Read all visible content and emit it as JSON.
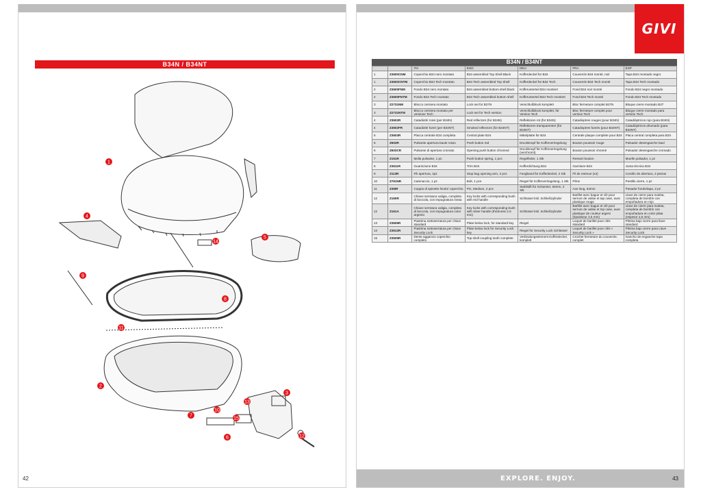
{
  "left_page": {
    "title": "B34N / B34NT",
    "page_number": "42",
    "callouts": [
      "1",
      "2",
      "3",
      "4",
      "5",
      "6",
      "7",
      "8",
      "9",
      "10",
      "11",
      "12",
      "13",
      "14",
      "15"
    ]
  },
  "right_page": {
    "brand": "GIVI",
    "slogan": "EXPLORE. ENJOY.",
    "page_number": "43",
    "table_title": "B34N / B34NT",
    "columns": [
      "",
      "",
      "ITA",
      "ENG",
      "DEU",
      "FRA",
      "ESP"
    ],
    "rows": [
      [
        "1",
        "Z3600CNM",
        "Coperchio B34 nero montato",
        "B34 assembled Top Shell Black",
        "Kofferdeckel für B34",
        "Couvercle B34 monté, noir",
        "Tapa B34 montado negro"
      ],
      [
        "1",
        "Z3600CNTM",
        "Coperchio B34 Tech montato",
        "B34 Tech assembled Top Shell",
        "Kofferdeckel für B34 Tech",
        "Couvercle B34 Tech monté",
        "Tapa B34 Tech montado"
      ],
      [
        "2",
        "Z3600FNM",
        "Fondo B34 nero montato",
        "B34 assembled bottom shell black",
        "Kofferunterteil B34 montiert",
        "Fond B34 noir monté",
        "Fondo B34 negro montado"
      ],
      [
        "2",
        "Z3600FNTM",
        "Fondo B34 Tech montato",
        "B34 Tech assembled bottom shell",
        "Kofferunterteil B34 Tech montiert",
        "Fond B34 Tech monté",
        "Fondo B34 Tech montado"
      ],
      [
        "3",
        "Z2731NM",
        "Blocco cerniera montato",
        "Lock set for B27N",
        "Verschlußblock komplett",
        "Bloc fermeture complet B27N",
        "Bloque cierre montado B27"
      ],
      [
        "3",
        "Z2731NTM",
        "Blocco cerniera montato per versione Tech",
        "Lock set for Tech version",
        "Verschlußblock komplett, für Version Tech",
        "Bloc fermeture complet pour version Tech",
        "Bloque cierre montado para versión Tech"
      ],
      [
        "4",
        "Z3602R",
        "Catadiottri rossi (per B34N)",
        "Red reflectors (for B34N)",
        "Reflektoren rot (für B34N)",
        "Catadioptres rouges (pour B34N)",
        "Catadióptricos rojo (para B34N)"
      ],
      [
        "4",
        "Z3602FR",
        "Catadiottri fumè (per B34NT)",
        "Smoked reflectors (for B34NT)",
        "Reflektoren transparenten (für B34NT)",
        "Catadioptres fumés (pour B34NT)",
        "Catadióptricos ahumado (para B34NT)"
      ],
      [
        "5",
        "Z3603R",
        "Placca centrale B34 completa",
        "Central plate B34",
        "Mittelplatte für B34",
        "Centrale plaque complete pour B34",
        "Placa central completa para B34"
      ],
      [
        "6",
        "Z603R",
        "Pulsante apertura baule rosso",
        "Push button red",
        "Druckknopf für Kofferverriegelung",
        "Bouton poussoir rouge",
        "Pulsador desenganche baul"
      ],
      [
        "6",
        "Z603CR",
        "Pulsante di apertura cromato",
        "Opening push button chromed",
        "Druckknopf für Kofferverriegelung (verchromt)",
        "Bouton poussoir chromé",
        "Pulsador desenganche cromado"
      ],
      [
        "7",
        "Z151R",
        "Molla pulsante, 1 pz.",
        "Push button spring, 1 pcs",
        "Regelfeder, 1 Stk",
        "Ressort bouton",
        "Muelle pulsador, 1 pz"
      ],
      [
        "8",
        "Z3611R",
        "Guarnizione B34",
        "Trim B34",
        "Kofferdichtung B34",
        "Garniture B34",
        "Junta técnica B34"
      ],
      [
        "9",
        "Z113R",
        "Fili apertura, 2pz",
        "Stop bag opening arm, 2 pcs",
        "Fangband für Kofferdeckel, 2 Stk",
        "Fil de retenue (x2)",
        "Cordón de abertura, 2 piezas"
      ],
      [
        "10",
        "Z761NR",
        "Catenaccio, 1 pz.",
        "Bolt, 1 pcs",
        "Riegel für Kofferverriegelung, 1 Stk",
        "Pêne",
        "Pestillo cierre, 1 pz"
      ],
      [
        "11",
        "Z36IR",
        "Coppia di spinette fondo/ coperchio",
        "Pin, Medium, 2 pcs",
        "Stahlstift für Scharnier, 64mm, 2 Stk",
        "Axe long, 64mm",
        "Pasador fondo/tapa, 2 pz"
      ],
      [
        "12",
        "Z160R",
        "Chiave serratura valigia, completa di boccola, con impugnatura rossa",
        "Key locks with corresponding bush with red handle",
        "Schlüssel inkl. Schließzylinder",
        "Barillet avec bague et clé pour serrure de valise et tap case, avec plastique rouge",
        "Llave de cierre para maleta, completa de bombín con empuñadura en rojo"
      ],
      [
        "12",
        "Z161A",
        "Chiave serratura valigia, completa di boccola, con impugnatura color argento",
        "Key locks with corresponding bush with silver handle (thickness 2.5 mm)",
        "Schlüssel inkl. Schließzylinder",
        "Barillet avec bague et clé pour serrure de valise et top case, avec plastique de couleur argent (épaisseur 2,5 mm)",
        "Llave de cierre para maleta, completa de bombín con empuñadura en color plata (espesor 2,5 mm)"
      ],
      [
        "13",
        "Z3606R",
        "Piastrina sottoserratura per chiavi standard",
        "Plate below lock, for standard key",
        "Riegel",
        "Loquet de barillet pour clés standard",
        "Pletina bajo cierre para llave standard"
      ],
      [
        "14",
        "Z3612R",
        "Piastrina sottoserratura per chiavi Security Lock",
        "Plate below lock for Security Lock key",
        "Riegel for Security Lock Schlüssel",
        "Loquet de barillet pour clés « Security Lock »",
        "Pletina bajo cierre para Llave Security Lock"
      ],
      [
        "15",
        "Z3605R",
        "Dente aggancio coperchio completo",
        "Top shell coupling tooth complete",
        "Verbindungselement Kofferdeckel, komplett",
        "Crochet fermeture du couvercle, complet",
        "Gancho de enganche tapa completa"
      ]
    ]
  },
  "colors": {
    "accent": "#e3161b",
    "band": "#bdbdbd",
    "table_header": "#555555"
  }
}
